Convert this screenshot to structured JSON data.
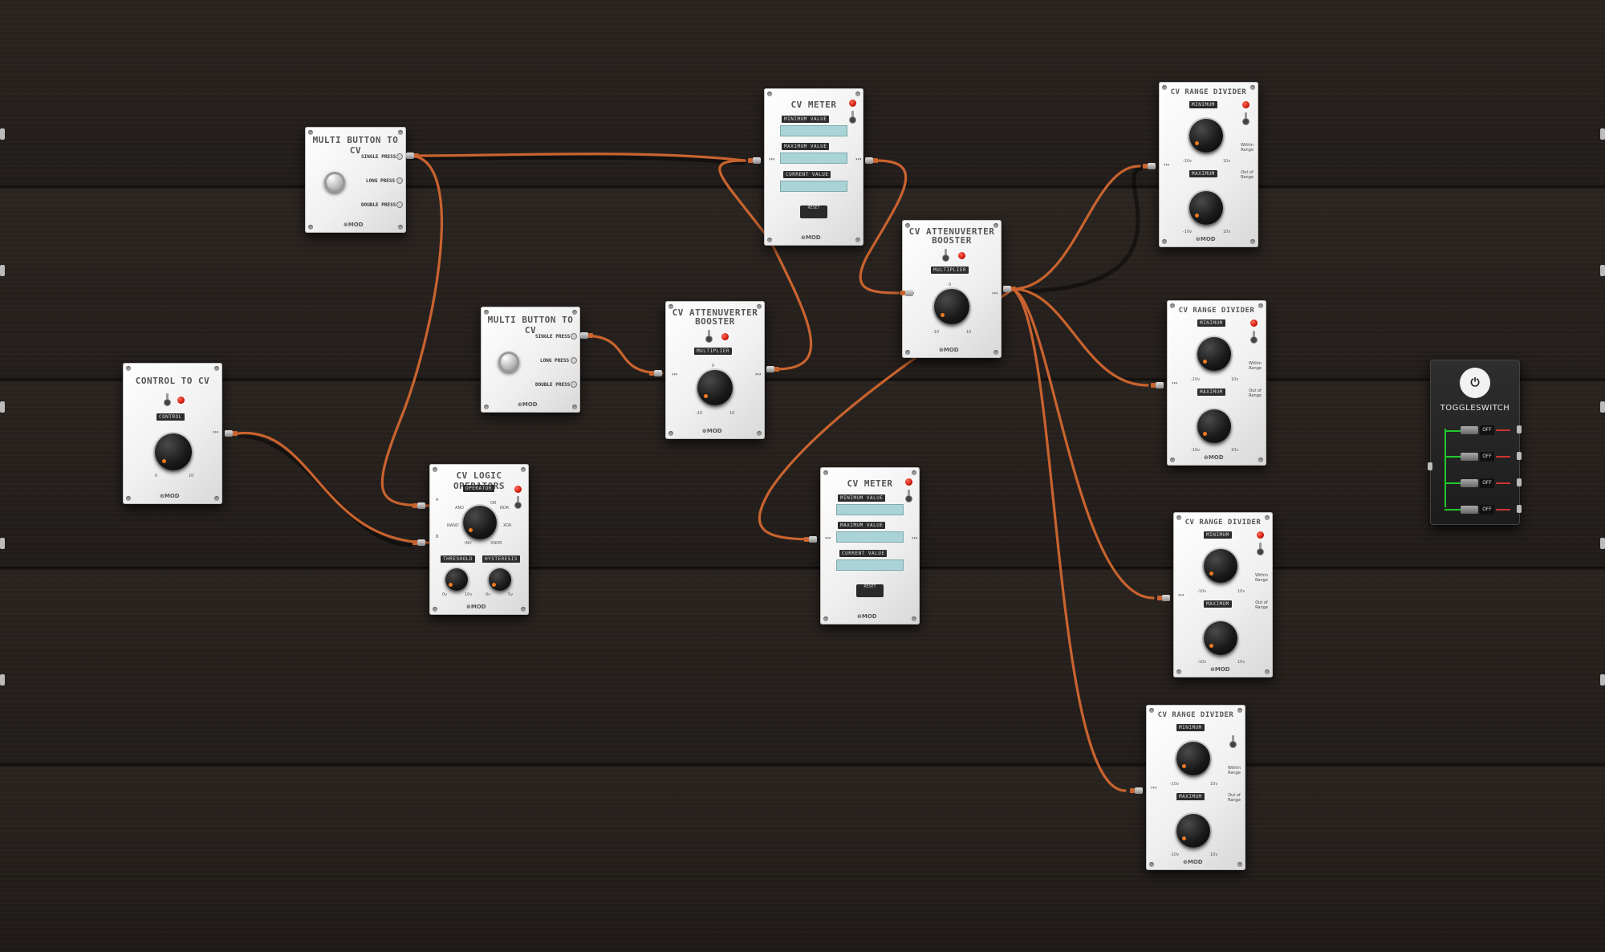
{
  "pedals": {
    "multi_button_1": {
      "title": "MULTI BUTTON TO CV",
      "single": "SINGLE PRESS",
      "long": "LONG PRESS",
      "double": "DOUBLE PRESS",
      "logo": "⊛MOD"
    },
    "multi_button_2": {
      "title": "MULTI BUTTON TO CV",
      "single": "SINGLE PRESS",
      "long": "LONG PRESS",
      "double": "DOUBLE PRESS",
      "logo": "⊛MOD"
    },
    "control_to_cv": {
      "title": "CONTROL TO CV",
      "knob_label": "CONTROL",
      "min": "0",
      "max": "10",
      "logo": "⊛MOD"
    },
    "cv_logic": {
      "title": "CV LOGIC OPERATORS",
      "operator": "OPERATOR",
      "and": "AND",
      "or": "OR",
      "nor": "NOR",
      "nand": "NAND",
      "xor": "XOR",
      "inv": "INV",
      "xnor": "XNOR",
      "threshold": "THRESHOLD",
      "hysteresis": "HYSTERESIS",
      "in_a": "A",
      "in_b": "B",
      "min1": "0v",
      "max1": "10v",
      "min2": "0v",
      "max2": "5v",
      "logo": "⊛MOD"
    },
    "atten_1": {
      "title": "CV ATTENUVERTER",
      "subtitle": "BOOSTER",
      "knob_label": "MULTIPLIER",
      "min": "-10",
      "max": "10",
      "zero": "0",
      "logo": "⊛MOD"
    },
    "atten_2": {
      "title": "CV ATTENUVERTER",
      "subtitle": "BOOSTER",
      "knob_label": "MULTIPLIER",
      "min": "-10",
      "max": "10",
      "zero": "0",
      "logo": "⊛MOD"
    },
    "cv_meter_1": {
      "title": "CV METER",
      "minimum": "MINIMUM VALUE",
      "maximum": "MAXIMUM VALUE",
      "current": "CURRENT VALUE",
      "reset": "RESET",
      "logo": "⊛MOD"
    },
    "cv_meter_2": {
      "title": "CV METER",
      "minimum": "MINIMUM VALUE",
      "maximum": "MAXIMUM VALUE",
      "current": "CURRENT VALUE",
      "reset": "RESET",
      "logo": "⊛MOD"
    },
    "range_1": {
      "title": "CV RANGE DIVIDER",
      "minimum": "MINIMUM",
      "maximum": "MAXIMUM",
      "within": "Within Range",
      "out": "Out of Range",
      "min": "-10v",
      "max": "10v",
      "logo": "⊛MOD"
    },
    "range_2": {
      "title": "CV RANGE DIVIDER",
      "minimum": "MINIMUM",
      "maximum": "MAXIMUM",
      "within": "Within Range",
      "out": "Out of Range",
      "min": "-10v",
      "max": "10v",
      "logo": "⊛MOD"
    },
    "range_3": {
      "title": "CV RANGE DIVIDER",
      "minimum": "MINIMUM",
      "maximum": "MAXIMUM",
      "within": "Within Range",
      "out": "Out of Range",
      "min": "-10v",
      "max": "10v",
      "logo": "⊛MOD"
    },
    "range_4": {
      "title": "CV RANGE DIVIDER",
      "minimum": "MINIMUM",
      "maximum": "MAXIMUM",
      "within": "Within Range",
      "out": "Out of Range",
      "min": "-10v",
      "max": "10v",
      "logo": "⊛MOD"
    }
  },
  "toggleswitch": {
    "title": "TOGGLESWITCH",
    "logo_glyph": "⏻",
    "switches": [
      "OFF",
      "OFF",
      "OFF",
      "OFF"
    ]
  },
  "colors": {
    "cable": "#c9632f",
    "led": "#d11a0a",
    "lcd": "#a9d3d6",
    "toggle_green": "#21c82a"
  }
}
